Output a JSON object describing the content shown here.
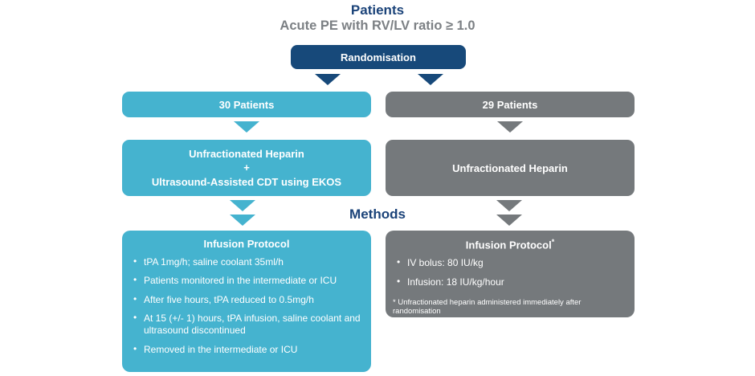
{
  "page": {
    "title": "Patients",
    "subtitle": "Acute PE with RV/LV ratio ≥ 1.0",
    "randomisation_label": "Randomisation",
    "methods_heading": "Methods"
  },
  "colors": {
    "navy": "#17497a",
    "light_blue": "#45b3cf",
    "gray": "#75797c",
    "heading_navy": "#1b4379",
    "subtitle_gray": "#7c8084"
  },
  "left_branch": {
    "patients_label": "30 Patients",
    "treatment_line1": "Unfractionated Heparin",
    "treatment_line2": "+",
    "treatment_line3": "Ultrasound-Assisted CDT using EKOS",
    "protocol_title": "Infusion Protocol",
    "bullets": [
      "tPA 1mg/h; saline coolant 35ml/h",
      "Patients monitored in the intermediate or ICU",
      "After five hours, tPA reduced to 0.5mg/h",
      "At 15 (+/- 1) hours, tPA infusion, saline coolant and ultrasound discontinued",
      "Removed in the intermediate or ICU"
    ]
  },
  "right_branch": {
    "patients_label": "29 Patients",
    "treatment_line1": "Unfractionated Heparin",
    "protocol_title": "Infusion Protocol",
    "protocol_title_sup": "*",
    "bullets": [
      "IV bolus: 80 IU/kg",
      "Infusion: 18 IU/kg/hour"
    ],
    "footnote": "* Unfractionated heparin administered immediately after randomisation"
  }
}
